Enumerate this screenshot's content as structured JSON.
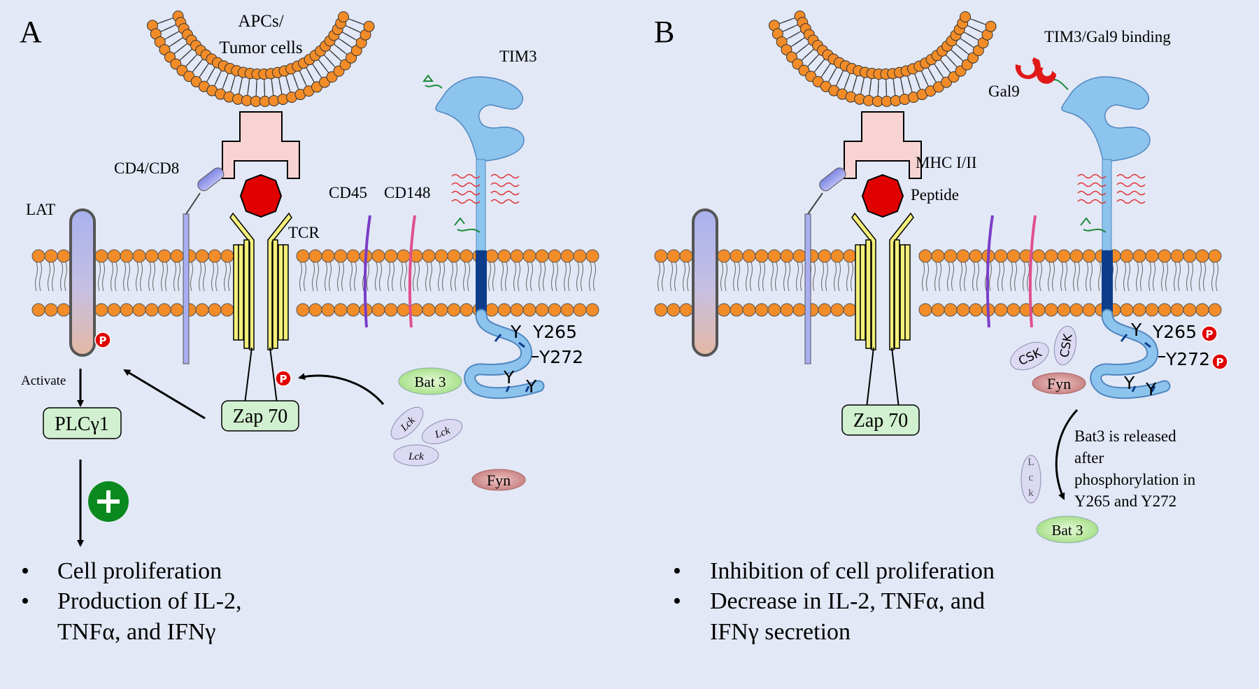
{
  "panel_a": {
    "letter": "A",
    "apc_label_line1": "APCs/",
    "apc_label_line2": "Tumor cells",
    "tim3": "TIM3",
    "cd4cd8": "CD4/CD8",
    "lat": "LAT",
    "tcr": "TCR",
    "cd45": "CD45",
    "cd148": "CD148",
    "y265": "Y265",
    "y272": "Y272",
    "y_a": "Y",
    "y_b": "Y",
    "y_c": "Y",
    "bat3": "Bat 3",
    "zap70": "Zap 70",
    "plc": "PLCγ1",
    "activate": "Activate",
    "lck1": "Lck",
    "lck2": "Lck",
    "lck3": "Lck",
    "fyn": "Fyn",
    "bullets": [
      "Cell proliferation",
      "Production of IL-2,",
      "TNFα, and IFNγ"
    ]
  },
  "panel_b": {
    "letter": "B",
    "binding_title": "TIM3/Gal9 binding",
    "gal9": "Gal9",
    "mhc": "MHC I/II",
    "peptide": "Peptide",
    "y265": "Y265",
    "y272": "Y272",
    "y_a": "Y",
    "y_b": "Y",
    "y_c": "Y",
    "csk1": "CSK",
    "csk2": "CSK",
    "fyn": "Fyn",
    "zap70": "Zap 70",
    "lck": "L c k",
    "bat3": "Bat 3",
    "release_note": [
      "Bat3 is released",
      "after",
      "phosphorylation in",
      "Y265 and Y272"
    ],
    "bullets": [
      "Inhibition of cell proliferation",
      "Decrease in IL-2, TNFα, and",
      "IFNγ secretion"
    ]
  },
  "phospho_symbol": "P",
  "plus_symbol": "+",
  "bullet_glyph": "•",
  "colors": {
    "background": "#e3e8f6",
    "lipid_head": "#f28c28",
    "tim3": "#8cc4ee",
    "tim3_tm": "#0d3d8a",
    "peptide": "#e00000",
    "tcr_chain": "#f4ef7a",
    "mhc": "#f7d3d3",
    "phospho": "#e00000",
    "plus_circle": "#0a8a1e",
    "bat3": "#bfeaa6",
    "zap_plc": "#d1f0cf",
    "lck_csk": "#dcdaf3",
    "fyn": "#d69393",
    "cd4": "#8a8ee8",
    "cd45": "#7a3dc8",
    "cd148": "#e0508c"
  }
}
